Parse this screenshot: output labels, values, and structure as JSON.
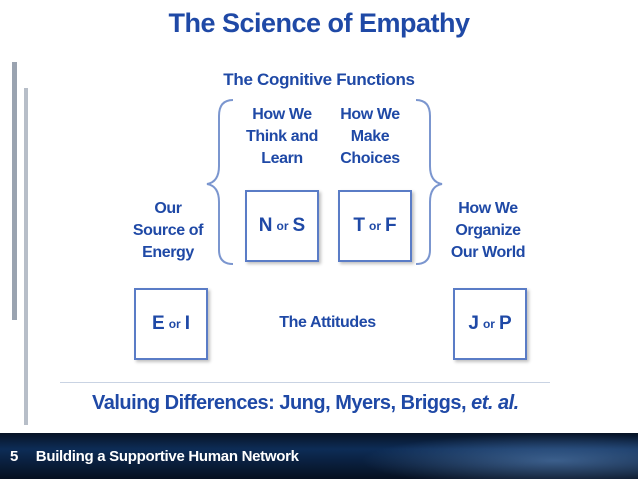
{
  "title": "The Science of Empathy",
  "subtitle": "The Cognitive Functions",
  "labels": {
    "think_learn": [
      "How We",
      "Think and",
      "Learn"
    ],
    "make_choices": [
      "How We",
      "Make",
      "Choices"
    ],
    "source_energy": [
      "Our",
      "Source of",
      "Energy"
    ],
    "organize_world": [
      "How We",
      "Organize",
      "Our World"
    ],
    "attitudes": "The Attitudes"
  },
  "boxes": {
    "ns": {
      "a": "N",
      "or": "or",
      "b": "S"
    },
    "tf": {
      "a": "T",
      "or": "or",
      "b": "F"
    },
    "ei": {
      "a": "E",
      "or": "or",
      "b": "I"
    },
    "jp": {
      "a": "J",
      "or": "or",
      "b": "P"
    }
  },
  "valuing": {
    "prefix": "Valuing Differences: Jung, Myers, Briggs, ",
    "etal": "et. al."
  },
  "footer": {
    "page_number": "5",
    "text": "Building a Supportive Human Network"
  },
  "colors": {
    "text_blue": "#1f49a6",
    "box_border": "#5a7cc6",
    "footer_bg": "#0a1f3d"
  }
}
